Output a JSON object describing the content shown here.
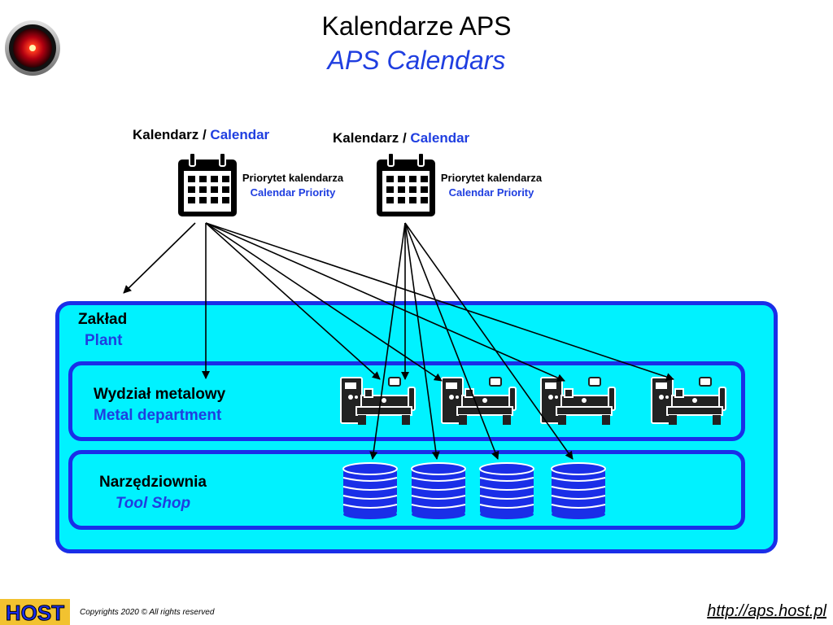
{
  "title": {
    "pl": "Kalendarze APS",
    "en": "APS Calendars"
  },
  "calendars": [
    {
      "label_pl": "Kalendarz",
      "sep": " / ",
      "label_en": "Calendar",
      "prio_pl": "Priorytet kalendarza",
      "prio_en": "Calendar Priority",
      "icon": "calendar-icon"
    },
    {
      "label_pl": "Kalendarz",
      "sep": " / ",
      "label_en": "Calendar",
      "prio_pl": "Priorytet kalendarza",
      "prio_en": "Calendar Priority",
      "icon": "calendar-icon"
    }
  ],
  "plant": {
    "pl": "Zakład",
    "en": "Plant"
  },
  "metal_department": {
    "pl": "Wydział metalowy",
    "en": "Metal department",
    "machine_icon": "lathe-machine-icon",
    "machine_count": 4
  },
  "tool_shop": {
    "pl": "Narzędziownia",
    "en": "Tool Shop",
    "resource_icon": "disk-stack-icon",
    "resource_count": 4
  },
  "footer": {
    "copyright": "Copyrights 2020  © All rights reserved",
    "url": "http://aps.host.pl",
    "logo": "HOST"
  },
  "colors": {
    "accent_blue": "#1f3ee0",
    "plant_fill": "#00f2ff",
    "border_blue": "#1a2ee8",
    "hal_red": "#e0191e"
  }
}
